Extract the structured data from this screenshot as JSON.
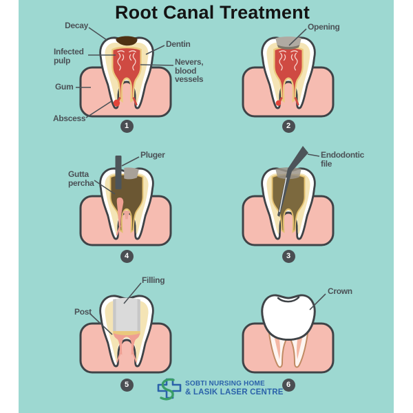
{
  "title": "Root Canal Treatment",
  "labels": {
    "decay": "Decay",
    "infected_pulp": "Infected\npulp",
    "gum": "Gum",
    "abscess": "Abscess",
    "dentin": "Dentin",
    "nerves": "Nevers,\nblood\nvessels",
    "opening": "Opening",
    "pluger": "Pluger",
    "gutta_percha": "Gutta\npercha",
    "endodontic_file": "Endodontic\nfile",
    "filling": "Filling",
    "post": "Post",
    "crown": "Crown"
  },
  "steps": {
    "step1": "1",
    "step2": "2",
    "step3": "3",
    "step4": "4",
    "step5": "5",
    "step6": "6"
  },
  "logo": {
    "line1": "SOBTI NURSING HOME",
    "line2": "& LASIK LASER CENTRE"
  },
  "colors": {
    "background_teal": "#9dd8d1",
    "page_margin_white": "#ffffff",
    "gum_pink": "#f6bcb1",
    "outline_dark": "#3f4347",
    "tooth_enamel": "#ffffff",
    "dentin_yellow": "#f4e4b5",
    "deep_yellow": "#ecca80",
    "pulp_red": "#cf4a42",
    "nerve_white": "#f8ddd6",
    "decay_brown": "#4e3113",
    "abscess_red": "#e2453a",
    "opening_gray": "#b0aaa2",
    "opening_band": "#7d7668",
    "canal_brown_open": "#7c693e",
    "canal_brown_filled": "#6b5733",
    "instrument_gray": "#4d5459",
    "gutta_pink": "#ef9f92",
    "filling_gray": "#dadada",
    "filling_edge_gray": "#c7c7c7",
    "root_outline_tan": "#c08a63",
    "root_canal_salmon": "#f4b7a4",
    "label_text": "#4b5156",
    "badge_bg": "#4a4e52",
    "logo_blue": "#2b62aa",
    "logo_green": "#3a9e68",
    "title_black": "#141414"
  }
}
